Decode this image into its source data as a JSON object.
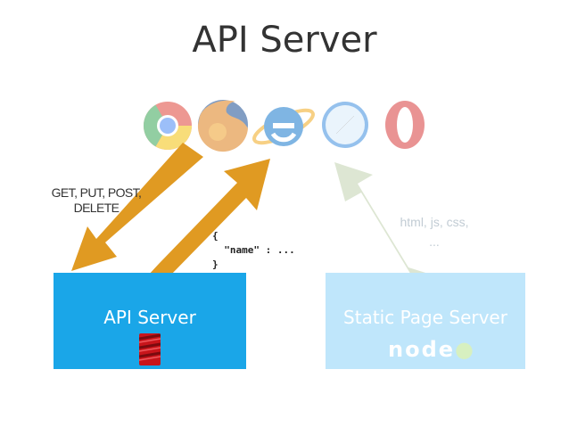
{
  "title": "API Server",
  "browsers": [
    {
      "icon": "chrome-icon",
      "color": "#e0443a"
    },
    {
      "icon": "firefox-icon",
      "color": "#e08a2c"
    },
    {
      "icon": "internet-explorer-icon",
      "color": "#2b84d2"
    },
    {
      "icon": "safari-icon",
      "color": "#3f8fe0"
    },
    {
      "icon": "opera-icon",
      "color": "#d52a2a"
    }
  ],
  "arrows": {
    "request_color": "#e09a22",
    "static_color": "#dde6d3"
  },
  "labels": {
    "methods_line1": "GET, PUT, POST,",
    "methods_line2": "DELETE",
    "static_line1": "html, js, css,",
    "static_line2": "..."
  },
  "json_snippet": {
    "line1": "{",
    "line2": "  \"name\" : ...",
    "line3": "}"
  },
  "boxes": {
    "api_label": "API Server",
    "api_color": "#1aa6e8",
    "static_label": "Static Page Server",
    "static_color": "#bfe6fb",
    "static_logo_text": "node",
    "api_logo_icon": "scala-icon"
  }
}
